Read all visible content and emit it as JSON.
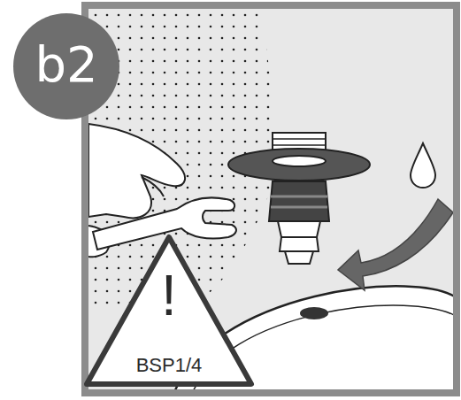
{
  "diagram": {
    "nodes": [
      {
        "text": [
          "b2"
        ]
      },
      {
        "text": [
          "!",
          "BSP1/4"
        ]
      }
    ]
  }
}
